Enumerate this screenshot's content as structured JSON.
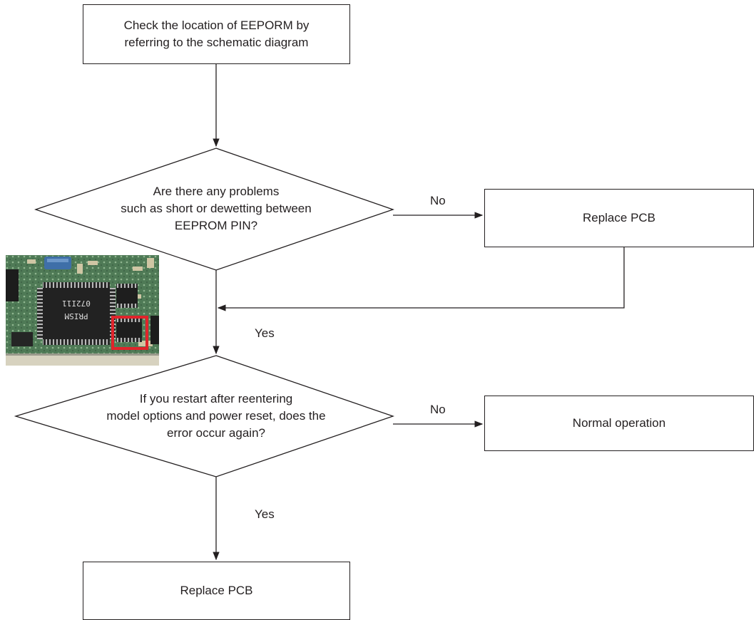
{
  "start_box": {
    "line1": "Check the location of EEPORM by",
    "line2": "referring to the schematic diagram"
  },
  "decision1": {
    "line1": "Are there any problems",
    "line2": "such as short or dewetting between",
    "line3": "EEPROM PIN?",
    "no_label": "No",
    "yes_label": "Yes"
  },
  "no1_box": {
    "label": "Replace PCB"
  },
  "decision2": {
    "line1": "If you restart after reentering",
    "line2": "model options and power reset, does the",
    "line3": "error occur again?",
    "no_label": "No",
    "yes_label": "Yes"
  },
  "no2_box": {
    "label": "Normal operation"
  },
  "end_box": {
    "label": "Replace PCB"
  },
  "photo": {
    "chip_text_line1": "072I11",
    "chip_text_line2": "PRISM",
    "highlight_color": "#e0242b",
    "board_color": "#4f7a56"
  }
}
